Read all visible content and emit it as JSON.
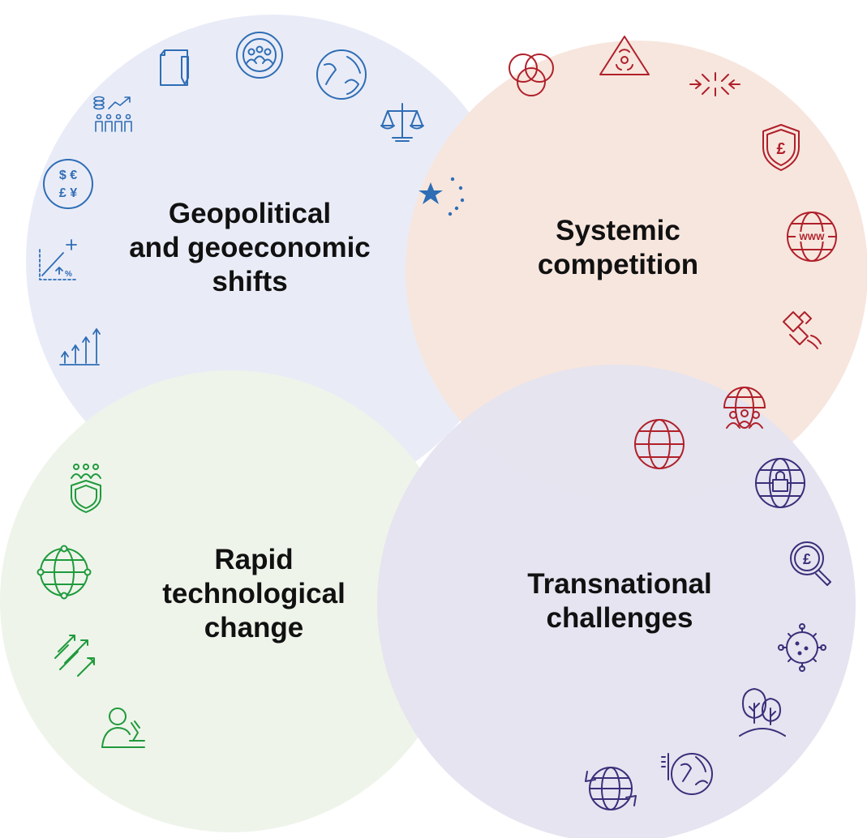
{
  "circles": [
    {
      "id": "geo",
      "lines": [
        "Geopolitical",
        "and geoeconomic",
        "shifts"
      ],
      "fill": "#e9ecf7",
      "icon_color": "#2f6db5",
      "icons": [
        "document-pen-icon",
        "team-circle-icon",
        "globe-map-icon",
        "scales-icon",
        "stars-icon",
        "people-coins-growth-icon",
        "currency-icon",
        "percent-growth-icon",
        "bar-growth-icon"
      ]
    },
    {
      "id": "sys",
      "lines": [
        "Systemic",
        "competition"
      ],
      "fill": "#f7e6de",
      "icon_color": "#b0202a",
      "icons": [
        "overlap-circles-icon",
        "biohazard-icon",
        "converging-arrows-icon",
        "shield-pound-icon",
        "www-globe-icon",
        "satellite-icon",
        "globe-people-icon",
        "globe-icon"
      ]
    },
    {
      "id": "tec",
      "lines": [
        "Rapid",
        "technological",
        "change"
      ],
      "fill": "#eef4ea",
      "icon_color": "#1f9a3c",
      "icons": [
        "people-shield-icon",
        "network-globe-icon",
        "rising-arrows-icon",
        "scientist-microscope-icon"
      ]
    },
    {
      "id": "tra",
      "lines": [
        "Transnational",
        "challenges"
      ],
      "fill": "#e4e3ef",
      "icon_color": "#3a2f7a",
      "icons": [
        "globe-lock-icon",
        "pound-magnifier-icon",
        "virus-icon",
        "trees-icon",
        "globe-thermometer-icon",
        "globe-recycle-icon"
      ]
    }
  ]
}
